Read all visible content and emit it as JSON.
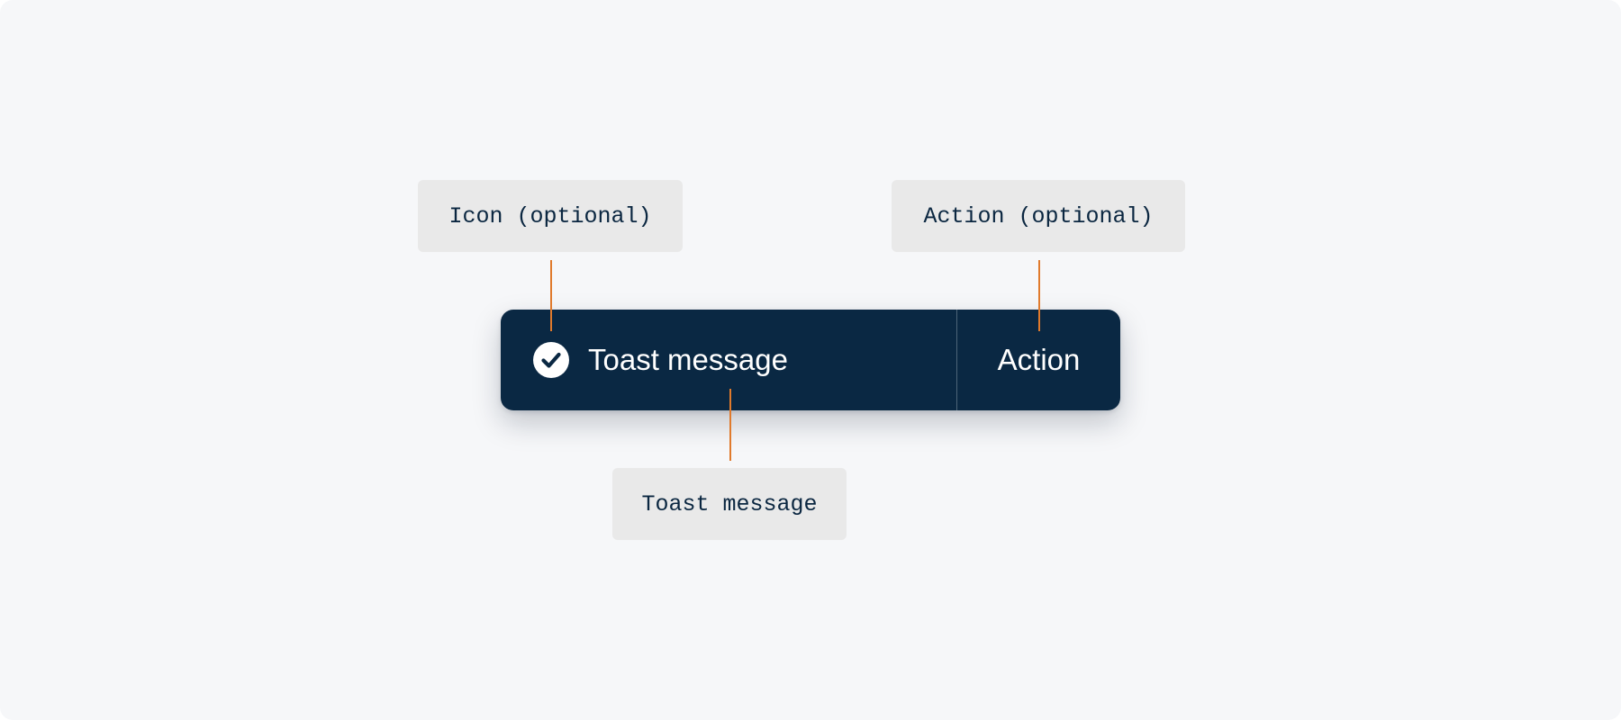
{
  "annotations": {
    "icon": "Icon (optional)",
    "action": "Action (optional)",
    "message": "Toast message"
  },
  "toast": {
    "icon": "check-circle-icon",
    "message": "Toast message",
    "action_label": "Action"
  },
  "colors": {
    "background": "#f6f7f9",
    "annotation_bg": "#e9e9e9",
    "annotation_text": "#0a2640",
    "leader_line": "#e07a2c",
    "toast_bg": "#0a2843",
    "toast_text": "#ffffff",
    "toast_divider": "#4d6478"
  }
}
